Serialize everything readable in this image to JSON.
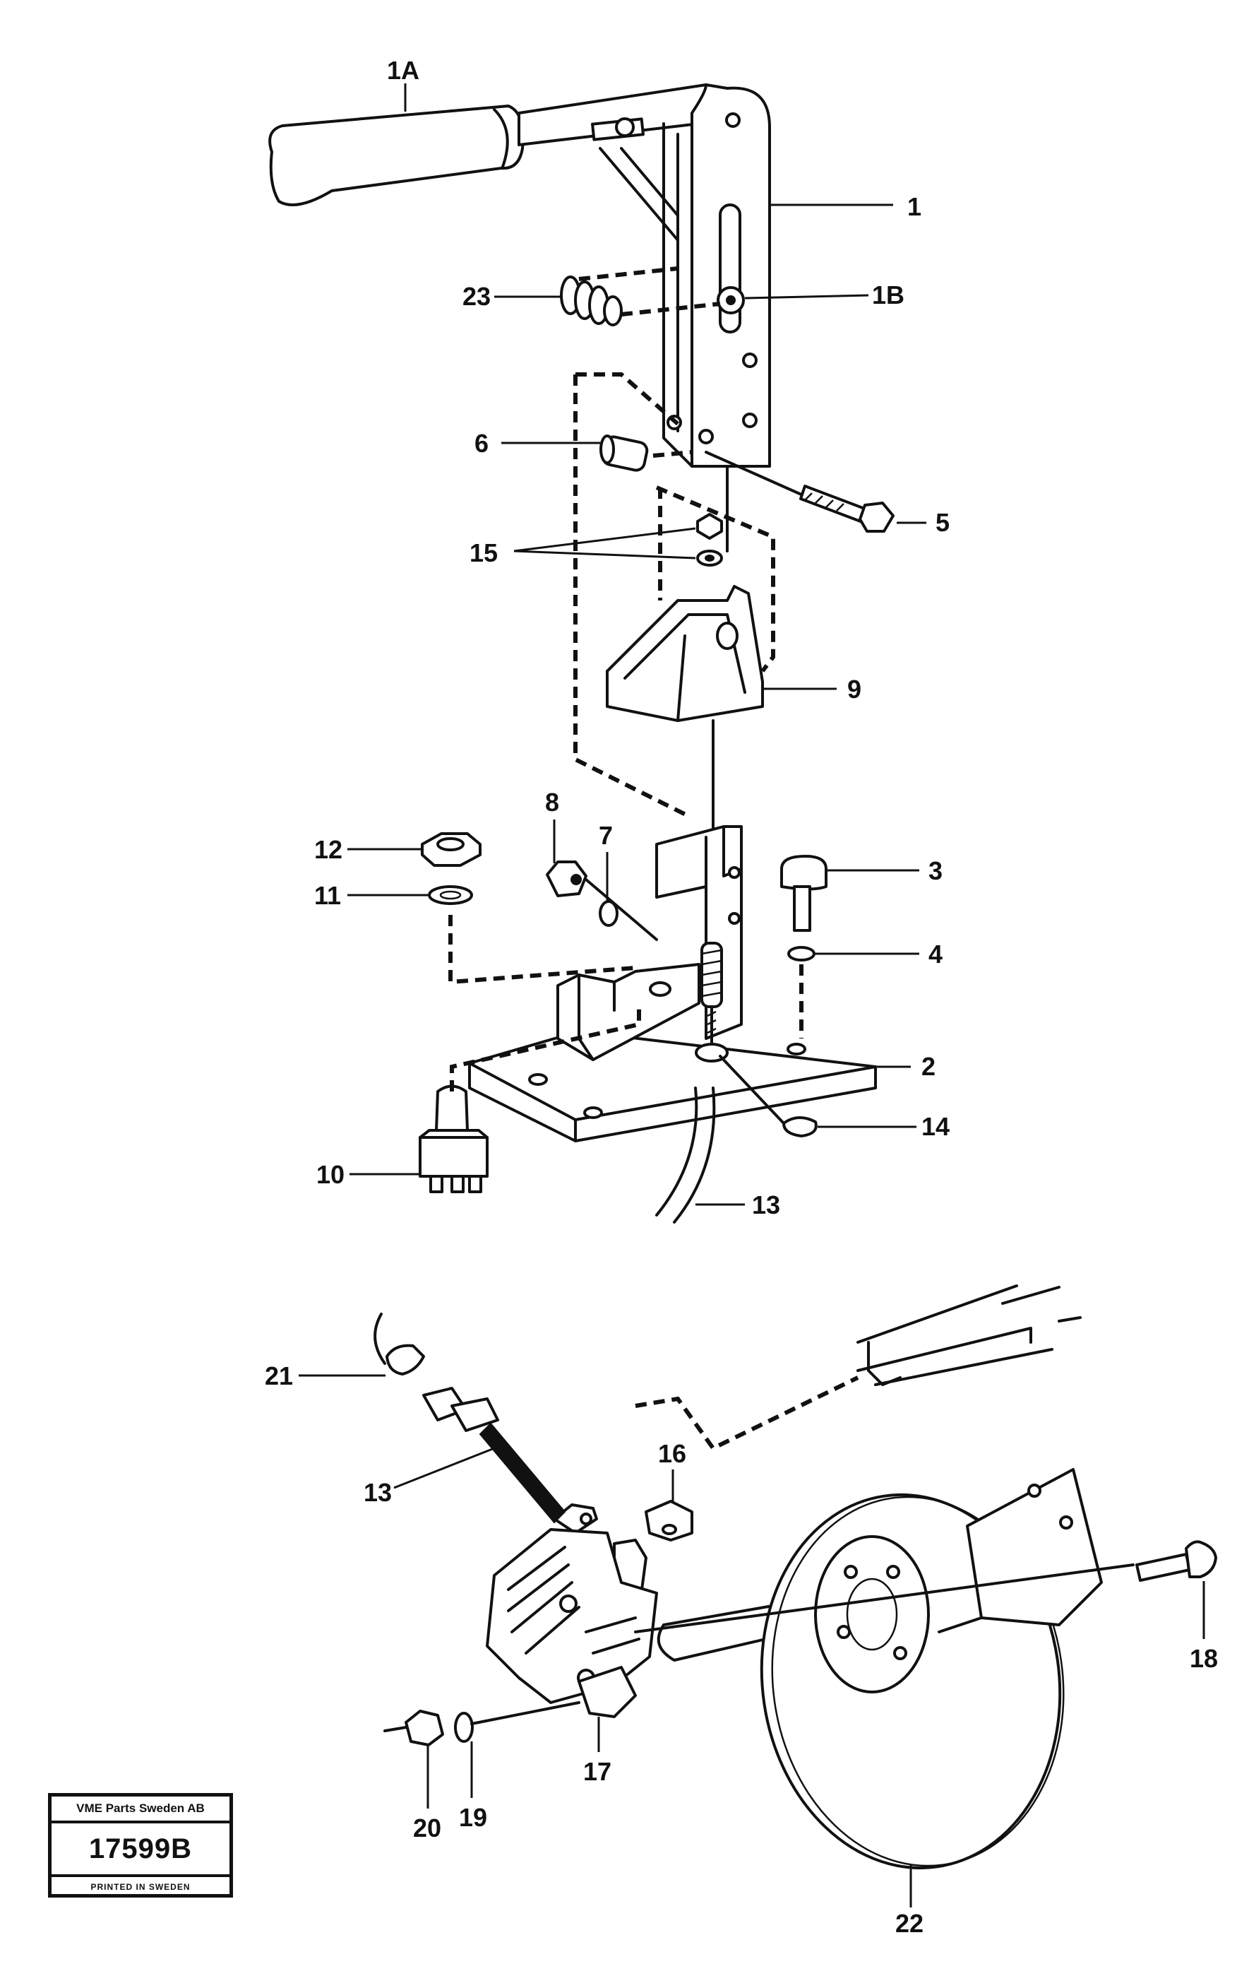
{
  "callouts": {
    "c1A": "1A",
    "c1": "1",
    "c1B": "1B",
    "c23": "23",
    "c6": "6",
    "c5": "5",
    "c15": "15",
    "c9": "9",
    "c8": "8",
    "c7": "7",
    "c12": "12",
    "c11": "11",
    "c3": "3",
    "c4": "4",
    "c2": "2",
    "c14": "14",
    "c10": "10",
    "c13a": "13",
    "c21": "21",
    "c16": "16",
    "c13b": "13",
    "c18": "18",
    "c17": "17",
    "c20": "20",
    "c19": "19",
    "c22": "22"
  },
  "stamp": {
    "company": "VME Parts Sweden AB",
    "number": "17599B",
    "printed": "PRINTED IN SWEDEN"
  }
}
